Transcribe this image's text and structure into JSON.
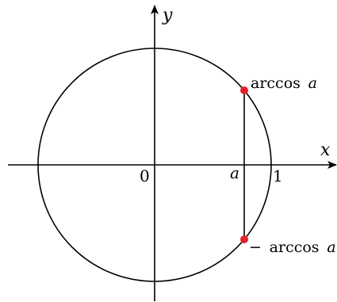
{
  "axes": {
    "x_label": "x",
    "y_label": "y"
  },
  "labels": {
    "origin": "0",
    "a": "a",
    "one": "1",
    "upper_func": "arccos",
    "upper_var": "a",
    "lower_sign": "−",
    "lower_func": "arccos",
    "lower_var": "a"
  },
  "colors": {
    "stroke": "#000000",
    "point": "#e8202a"
  }
}
